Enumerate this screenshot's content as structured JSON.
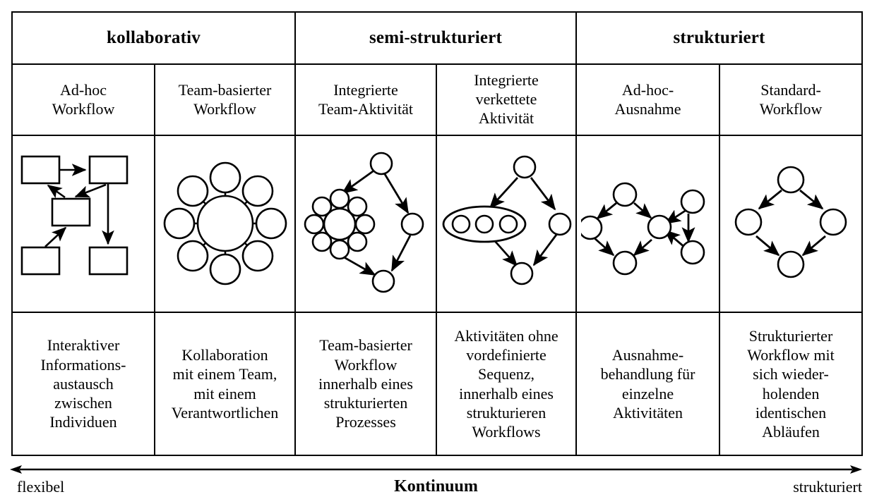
{
  "figure": {
    "type": "workflow-continuum-matrix",
    "group_headers": [
      {
        "label": "kollaborativ",
        "span": 2
      },
      {
        "label": "semi-strukturiert",
        "span": 2
      },
      {
        "label": "strukturiert",
        "span": 2
      }
    ],
    "columns": [
      {
        "id": "ad-hoc-workflow",
        "title_lines": [
          "Ad-hoc",
          "Workflow"
        ],
        "diagram": "boxes-with-arrows",
        "description_lines": [
          "Interaktiver",
          "Informations-",
          "austausch",
          "zwischen",
          "Individuen"
        ]
      },
      {
        "id": "team-basierter-workflow",
        "title_lines": [
          "Team-basierter",
          "Workflow"
        ],
        "diagram": "hub-and-spoke",
        "description_lines": [
          "Kollaboration",
          "mit einem Team,",
          "mit einem",
          "Verantwortlichen"
        ]
      },
      {
        "id": "integrierte-team-aktivitaet",
        "title_lines": [
          "Integrierte",
          "Team-Aktivität"
        ],
        "diagram": "cluster-in-flow",
        "description_lines": [
          "Team-basierter",
          "Workflow",
          "innerhalb eines",
          "strukturierten",
          "Prozesses"
        ]
      },
      {
        "id": "integrierte-verkettete-aktivitaet",
        "title_lines": [
          "Integrierte",
          "verkettete",
          "Aktivität"
        ],
        "diagram": "ellipse-in-flow",
        "description_lines": [
          "Aktivitäten ohne",
          "vordefinierte",
          "Sequenz,",
          "innerhalb eines",
          "strukturieren",
          "Workflows"
        ]
      },
      {
        "id": "ad-hoc-ausnahme",
        "title_lines": [
          "Ad-hoc-",
          "Ausnahme"
        ],
        "diagram": "diamond-with-exception-branch",
        "description_lines": [
          "Ausnahme-",
          "behandlung für",
          "einzelne",
          "Aktivitäten"
        ]
      },
      {
        "id": "standard-workflow",
        "title_lines": [
          "Standard-",
          "Workflow"
        ],
        "diagram": "diamond",
        "description_lines": [
          "Strukturierter",
          "Workflow mit",
          "sich wieder-",
          "holenden",
          "identischen",
          "Abläufen"
        ]
      }
    ],
    "continuum": {
      "left_label": "flexibel",
      "center_label": "Kontinuum",
      "right_label": "strukturiert",
      "arrow": "double-headed-horizontal"
    },
    "colors": {
      "stroke": "#000000",
      "background": "#ffffff"
    }
  }
}
